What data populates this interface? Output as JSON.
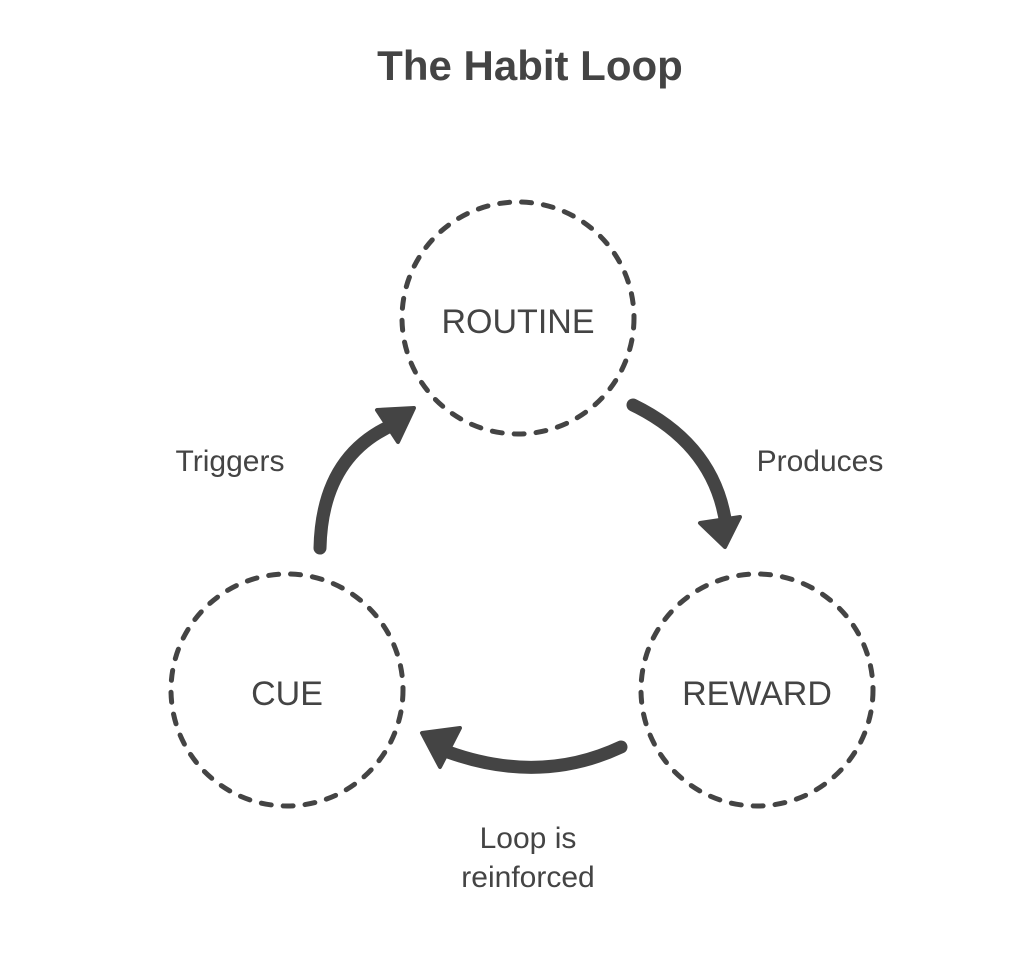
{
  "title": "The Habit Loop",
  "nodes": {
    "routine": "ROUTINE",
    "cue": "CUE",
    "reward": "REWARD"
  },
  "edges": {
    "triggers": "Triggers",
    "produces": "Produces",
    "reinforced_line1": "Loop is",
    "reinforced_line2": "reinforced"
  },
  "colors": {
    "ink": "#444444",
    "background": "#ffffff"
  }
}
